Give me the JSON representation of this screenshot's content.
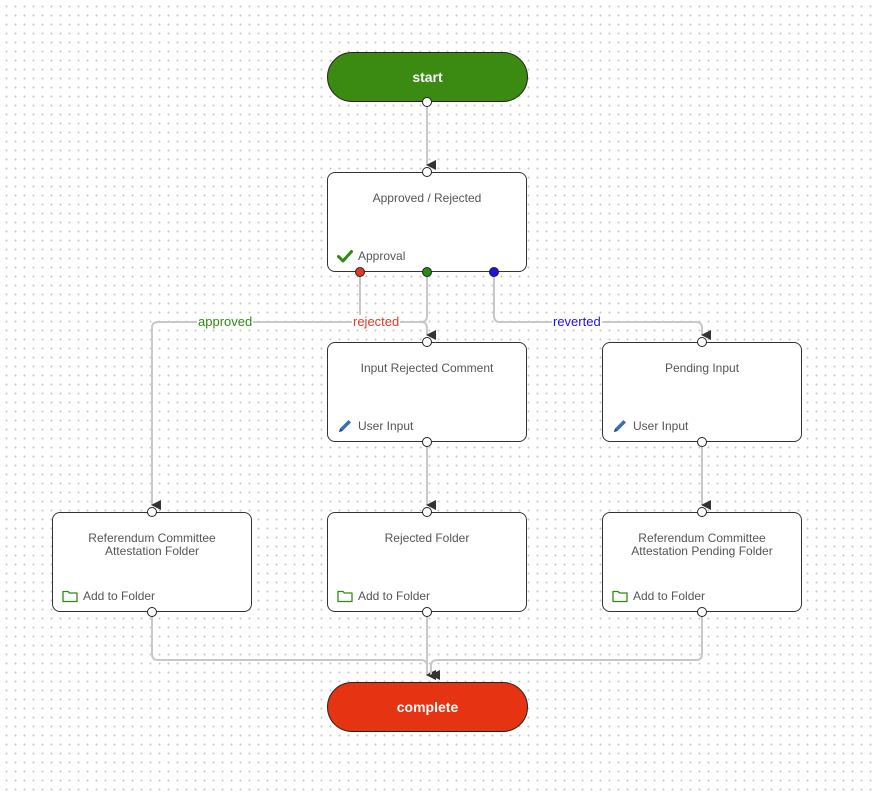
{
  "colors": {
    "start_fill": "#3b8a12",
    "complete_fill": "#e63312",
    "rejected": "#e03a22",
    "approved": "#2e8b10",
    "reverted": "#2010e8",
    "wire": "#c8c8c8",
    "arrow": "#333333"
  },
  "terminals": {
    "start": "start",
    "complete": "complete"
  },
  "nodes": {
    "approval": {
      "title": "Approved / Rejected",
      "type": "Approval",
      "icon": "checkmark-icon"
    },
    "rejected_comment": {
      "title": "Input Rejected Comment",
      "type": "User Input",
      "icon": "pencil-icon"
    },
    "pending_input": {
      "title": "Pending Input",
      "type": "User Input",
      "icon": "pencil-icon"
    },
    "attestation_folder": {
      "title": "Referendum Committee\nAttestation Folder",
      "type": "Add to Folder",
      "icon": "folder-icon"
    },
    "rejected_folder": {
      "title": "Rejected Folder",
      "type": "Add to Folder",
      "icon": "folder-icon"
    },
    "pending_folder": {
      "title": "Referendum Committee\nAttestation Pending Folder",
      "type": "Add to Folder",
      "icon": "folder-icon"
    }
  },
  "edge_labels": {
    "approved": "approved",
    "rejected": "rejected",
    "reverted": "reverted"
  }
}
